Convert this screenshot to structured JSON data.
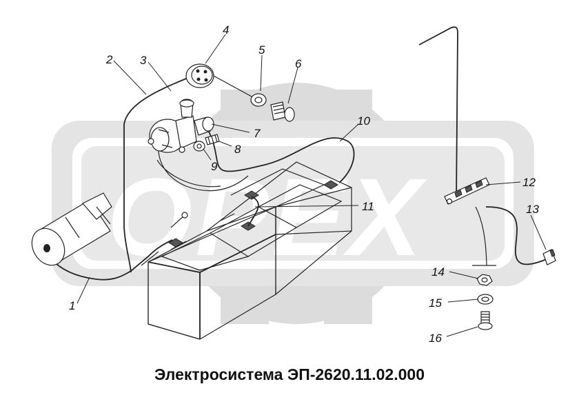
{
  "caption": "Электросистема ЭП-2620.11.02.000",
  "watermark_text": "OPEX",
  "colors": {
    "ink": "#222222",
    "watermark": "#d9d9d9",
    "background": "#ffffff"
  },
  "callouts": [
    "1",
    "2",
    "3",
    "4",
    "5",
    "6",
    "7",
    "8",
    "9",
    "10",
    "11",
    "12",
    "13",
    "14",
    "15",
    "16"
  ]
}
